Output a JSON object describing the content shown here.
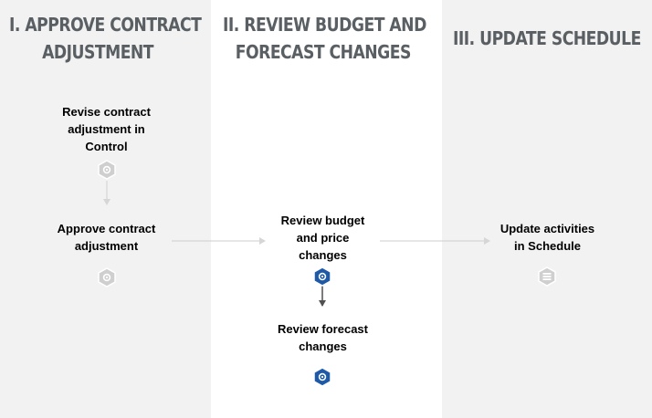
{
  "columns": [
    {
      "title_line1": "I. APPROVE CONTRACT",
      "title_line2": "ADJUSTMENT"
    },
    {
      "title_line1": "II. REVIEW BUDGET AND",
      "title_line2": "FORECAST CHANGES"
    },
    {
      "title": "III. UPDATE SCHEDULE"
    }
  ],
  "steps": [
    {
      "label": "Revise contract adjustment in Control",
      "state": "inactive",
      "icon": "process-hex-icon"
    },
    {
      "label": "Approve contract adjustment",
      "state": "inactive",
      "icon": "process-hex-icon"
    },
    {
      "label": "Review budget and price changes",
      "state": "active",
      "icon": "process-hex-icon"
    },
    {
      "label": "Review forecast changes",
      "state": "active",
      "icon": "process-hex-icon"
    },
    {
      "label": "Update activities in Schedule",
      "state": "inactive",
      "icon": "schedule-hex-icon"
    }
  ],
  "colors": {
    "lane_gray": "#f2f2f2",
    "active_border": "#3a6aa0",
    "active_icon": "#1e5aa8",
    "inactive_border": "#e3e3e3",
    "inactive_text": "#d4d4d4",
    "inactive_icon": "#cfcfcf",
    "title_text": "#5a5f63"
  }
}
